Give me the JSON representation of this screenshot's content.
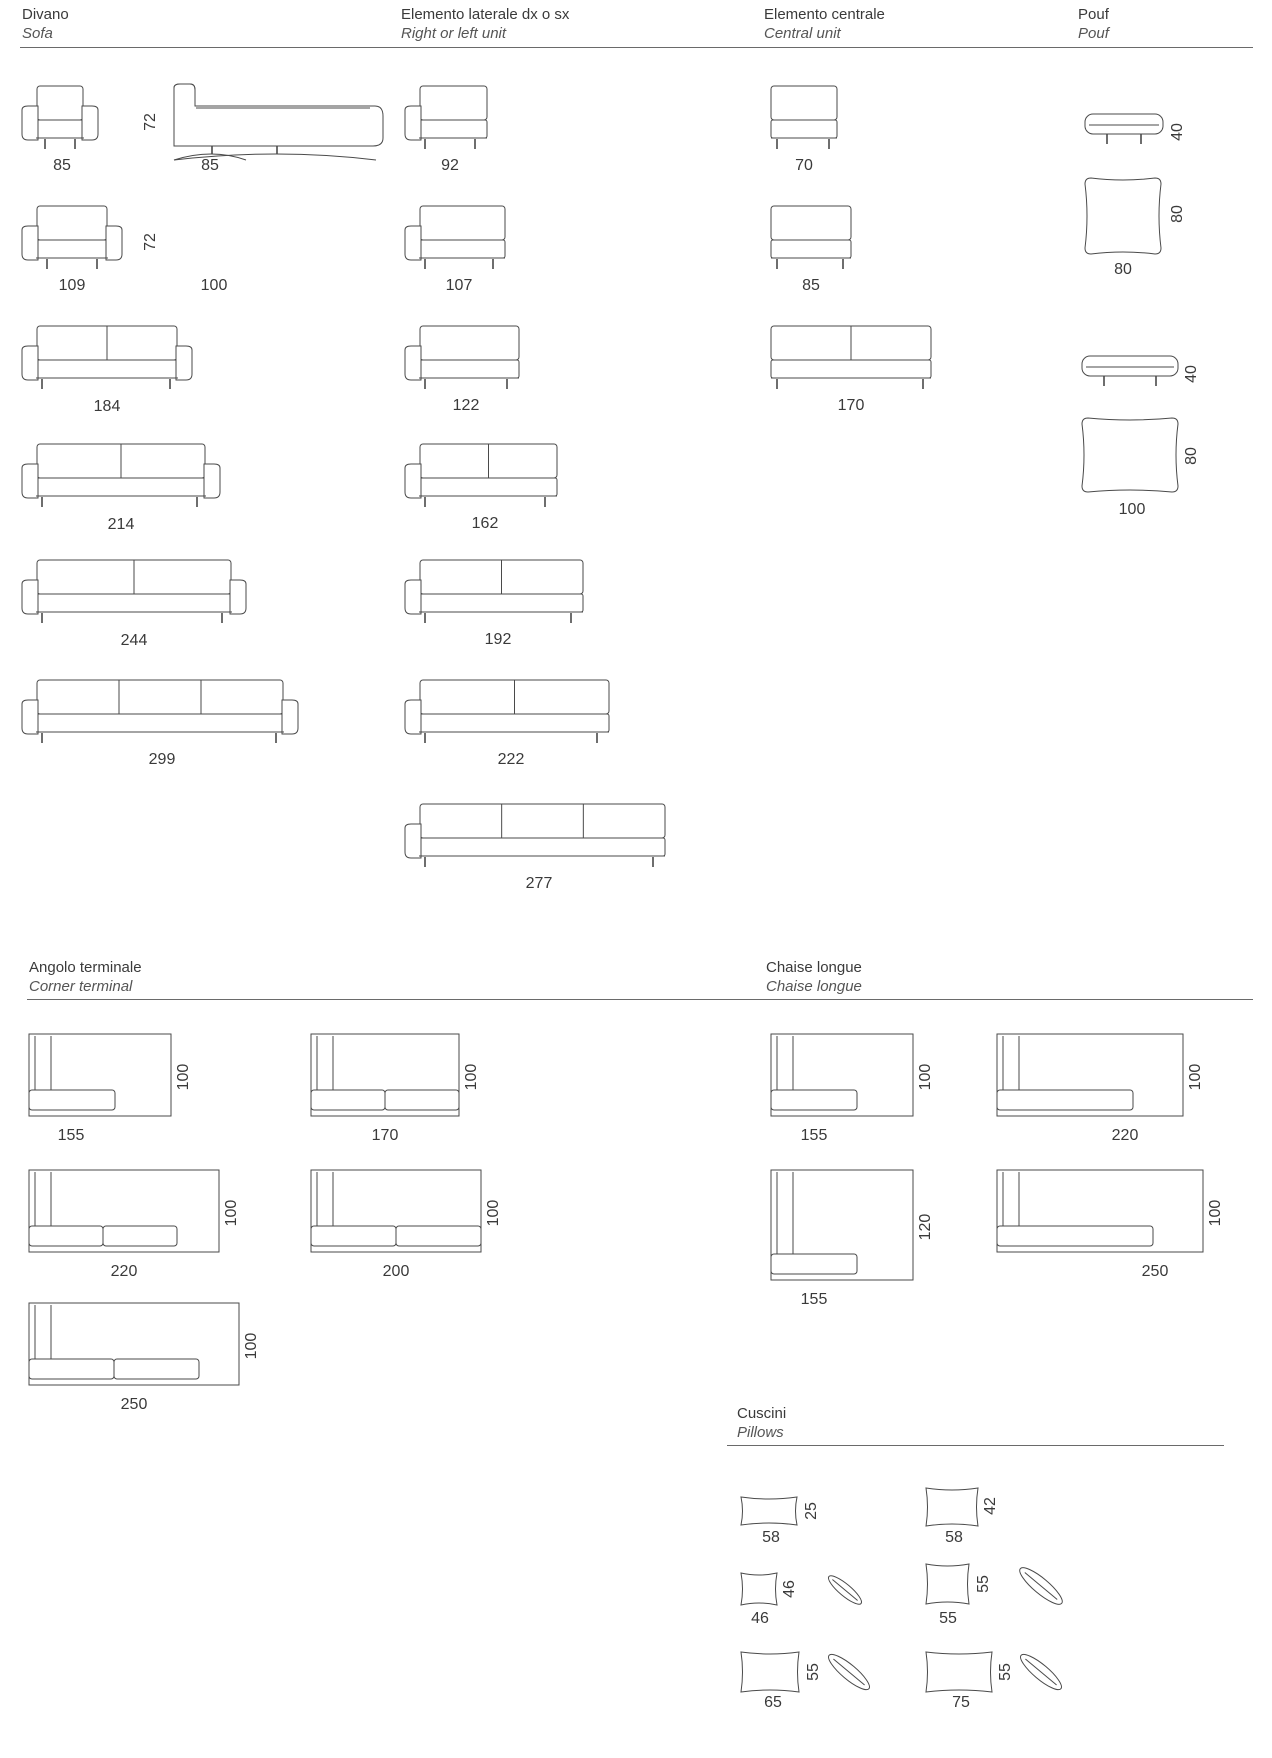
{
  "sections": {
    "sofa": {
      "title": "Divano",
      "subtitle": "Sofa"
    },
    "side_unit": {
      "title": "Elemento laterale dx o sx",
      "subtitle": "Right or left unit"
    },
    "central_unit": {
      "title": "Elemento centrale",
      "subtitle": "Central unit"
    },
    "pouf": {
      "title": "Pouf",
      "subtitle": "Pouf"
    },
    "corner_terminal": {
      "title": "Angolo terminale",
      "subtitle": "Corner terminal"
    },
    "chaise_longue": {
      "title": "Chaise longue",
      "subtitle": "Chaise longue"
    },
    "pillows": {
      "title": "Cuscini",
      "subtitle": "Pillows"
    }
  },
  "sofa_items": [
    {
      "width": "85",
      "depth": "85",
      "height": "72"
    },
    {
      "width": "109",
      "depth": "100",
      "height": "72"
    },
    {
      "width": "184"
    },
    {
      "width": "214"
    },
    {
      "width": "244"
    },
    {
      "width": "299"
    }
  ],
  "side_unit_widths": [
    "92",
    "107",
    "122",
    "162",
    "192",
    "222",
    "277"
  ],
  "central_unit_widths": [
    "70",
    "85",
    "170"
  ],
  "pouf_items": [
    {
      "height": "40",
      "depth": "80",
      "width": "80"
    },
    {
      "height": "40",
      "depth": "80",
      "width": "100"
    }
  ],
  "corner_terminal_items": [
    {
      "width": "155",
      "depth": "100"
    },
    {
      "width": "170",
      "depth": "100"
    },
    {
      "width": "220",
      "depth": "100"
    },
    {
      "width": "200",
      "depth": "100"
    },
    {
      "width": "250",
      "depth": "100"
    }
  ],
  "chaise_items": [
    {
      "width": "155",
      "depth": "100"
    },
    {
      "width": "220",
      "depth": "100"
    },
    {
      "width": "155",
      "depth": "120"
    },
    {
      "width": "250",
      "depth": "100"
    }
  ],
  "pillow_items": [
    {
      "width": "58",
      "height": "25"
    },
    {
      "width": "58",
      "height": "42"
    },
    {
      "width": "46",
      "height": "46"
    },
    {
      "width": "55",
      "height": "55"
    },
    {
      "width": "65",
      "height": "55"
    },
    {
      "width": "75",
      "height": "55"
    }
  ]
}
